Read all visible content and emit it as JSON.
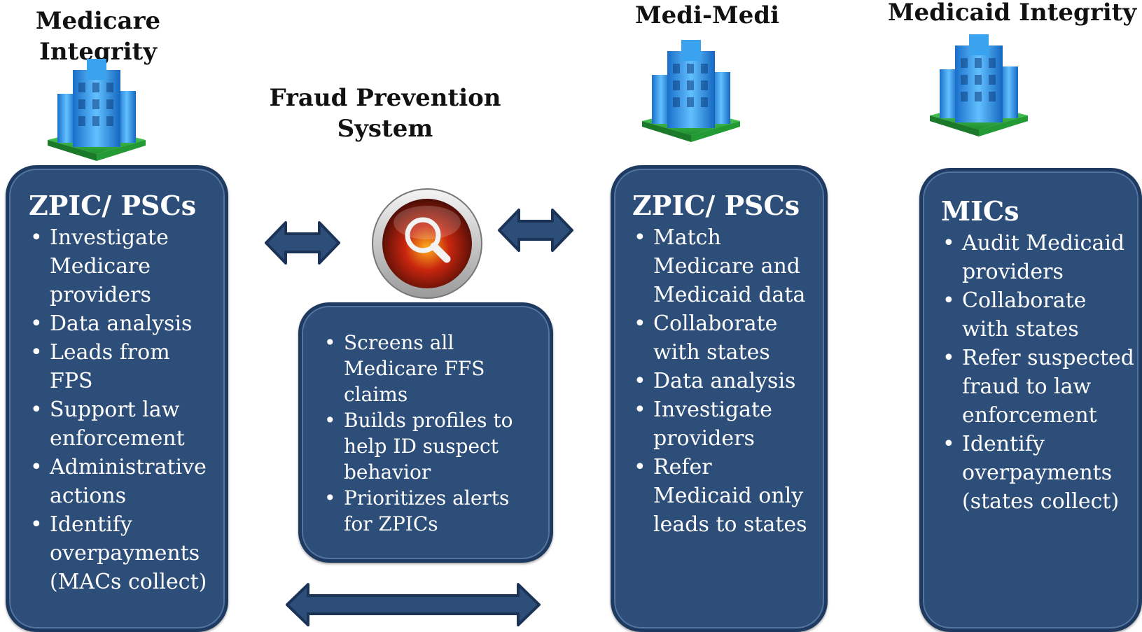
{
  "columns": {
    "medicare": {
      "heading": [
        "Medicare",
        "Integrity"
      ],
      "title": "ZPIC/ PSCs",
      "items": [
        [
          "Investigate",
          "Medicare",
          "providers"
        ],
        [
          "Data analysis"
        ],
        [
          "Leads from",
          "FPS"
        ],
        [
          "Support law",
          "enforcement"
        ],
        [
          "Administrative",
          "actions"
        ],
        [
          "Identify",
          "overpayments",
          "(MACs collect)"
        ]
      ]
    },
    "fps": {
      "heading": [
        "Fraud Prevention",
        "System"
      ],
      "items": [
        [
          "Screens all",
          "Medicare FFS",
          "claims"
        ],
        [
          "Builds profiles to",
          "help ID suspect",
          "behavior"
        ],
        [
          "Prioritizes alerts",
          "for ZPICs"
        ]
      ]
    },
    "medi_medi": {
      "heading": [
        "Medi-Medi"
      ],
      "title": "ZPIC/ PSCs",
      "items": [
        [
          "Match",
          "Medicare and",
          "Medicaid data"
        ],
        [
          "Collaborate",
          "with states"
        ],
        [
          "Data analysis"
        ],
        [
          "Investigate",
          "providers"
        ],
        [
          "Refer",
          "Medicaid only",
          "leads to states"
        ]
      ]
    },
    "medicaid": {
      "heading": [
        "Medicaid Integrity"
      ],
      "title": "MICs",
      "items": [
        [
          "Audit Medicaid",
          "providers"
        ],
        [
          "Collaborate",
          "with states"
        ],
        [
          "Refer suspected",
          "fraud to law",
          "enforcement"
        ],
        [
          "Identify",
          "overpayments",
          "(states collect)"
        ]
      ]
    }
  },
  "colors": {
    "panel_fill": "#2e4e7a",
    "panel_border": "#1f3a60",
    "arrow_fill": "#2e4e7a",
    "building_blue": "#2a8fe0",
    "building_base_green": "#2fb84a",
    "magnifier_red": "#b01e0e"
  },
  "icons": [
    "building-icon",
    "magnifier-icon",
    "double-arrow-icon"
  ]
}
